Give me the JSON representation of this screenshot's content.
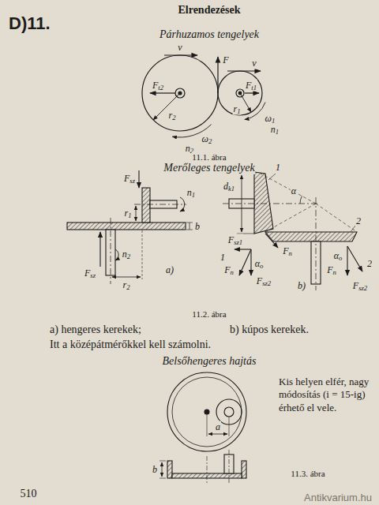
{
  "diagram": {
    "title": "Elrendezések",
    "labels": [
      "D)11.",
      "Párhuzamos tengelyek",
      "v",
      "F",
      "v",
      "Ft2",
      "Ft1",
      "r2",
      "r1",
      "ω2",
      "n2",
      "ω1",
      "n1",
      "11.1. ábra",
      "Merőleges tengelyek",
      "Fsz",
      "n1",
      "r1",
      "b",
      "n2",
      "Fsz",
      "r2",
      "a)",
      "1",
      "dk1",
      "α",
      "2",
      "Fsz1",
      "Fn",
      "1",
      "Fn",
      "αo",
      "Fsz2",
      "Fn",
      "αo",
      "2",
      "Fsz2",
      "b)",
      "11.2. ábra",
      "a) hengeres kerekek;",
      "b) kúpos kerekek.",
      "Itt a középátmérőkkel kell számolni.",
      "Belsőhengeres hajtás",
      "Kis helyen elfér, nagy módosítás (i = 15-ig) érhető el vele.",
      "a",
      "b",
      "11.3. ábra",
      "510",
      "Antikvarium.hu"
    ]
  }
}
